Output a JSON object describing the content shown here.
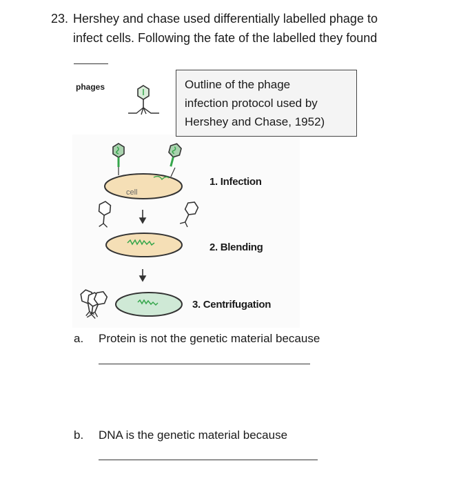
{
  "question": {
    "number": "23.",
    "line1": "Hershey and chase used differentially labelled phage to",
    "line2": "infect cells. Following the fate of the labelled they found"
  },
  "figure": {
    "phages_label": "phages",
    "cell_label": "cell",
    "box_lines": [
      "Outline of the phage",
      "infection protocol used by",
      "Hershey and Chase, 1952)"
    ],
    "steps": [
      "1. Infection",
      "2. Blending",
      "3. Centrifugation"
    ]
  },
  "parts": [
    {
      "letter": "a.",
      "text": "Protein is not the genetic material because"
    },
    {
      "letter": "b.",
      "text": "DNA is the genetic material because"
    }
  ],
  "colors": {
    "cell_fill": "#f5dfb6",
    "dna": "#35a64b",
    "phage_head": "#a9d2ae"
  }
}
